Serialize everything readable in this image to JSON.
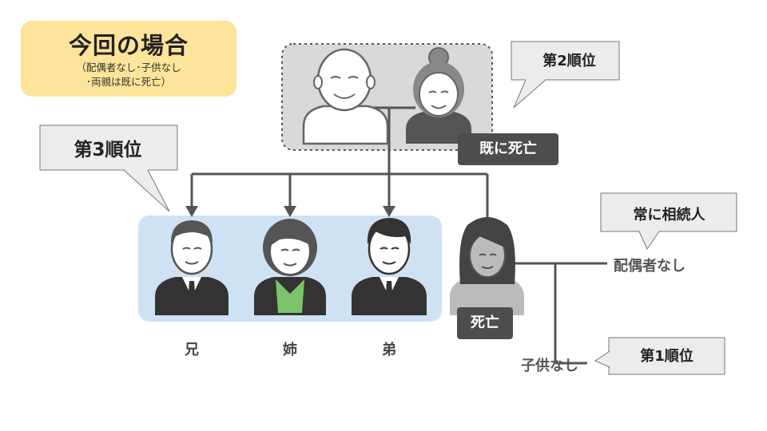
{
  "case": {
    "title": "今回の場合",
    "note_line1": "（配偶者なし･子供なし",
    "note_line2": "･両親は既に死亡）"
  },
  "ranks": {
    "second": "第2順位",
    "third": "第3順位",
    "first": "第1順位"
  },
  "always_heir": "常に相続人",
  "parents_deceased": "既に死亡",
  "self_deceased": "死亡",
  "siblings": {
    "older_brother": "兄",
    "older_sister": "姉",
    "younger_brother": "弟"
  },
  "spouse": "配偶者なし",
  "children": "子供なし",
  "colors": {
    "case_bg": "#fde49a",
    "siblings_bg": "#cfe2f3",
    "parents_bg": "#d9d9d9",
    "callout_bg": "#ececec",
    "dark_label": "#4d4d4d",
    "line": "#555555"
  },
  "icons": [
    "grandfather-icon",
    "grandmother-icon",
    "older-brother-icon",
    "older-sister-icon",
    "younger-brother-icon",
    "deceased-woman-icon"
  ]
}
